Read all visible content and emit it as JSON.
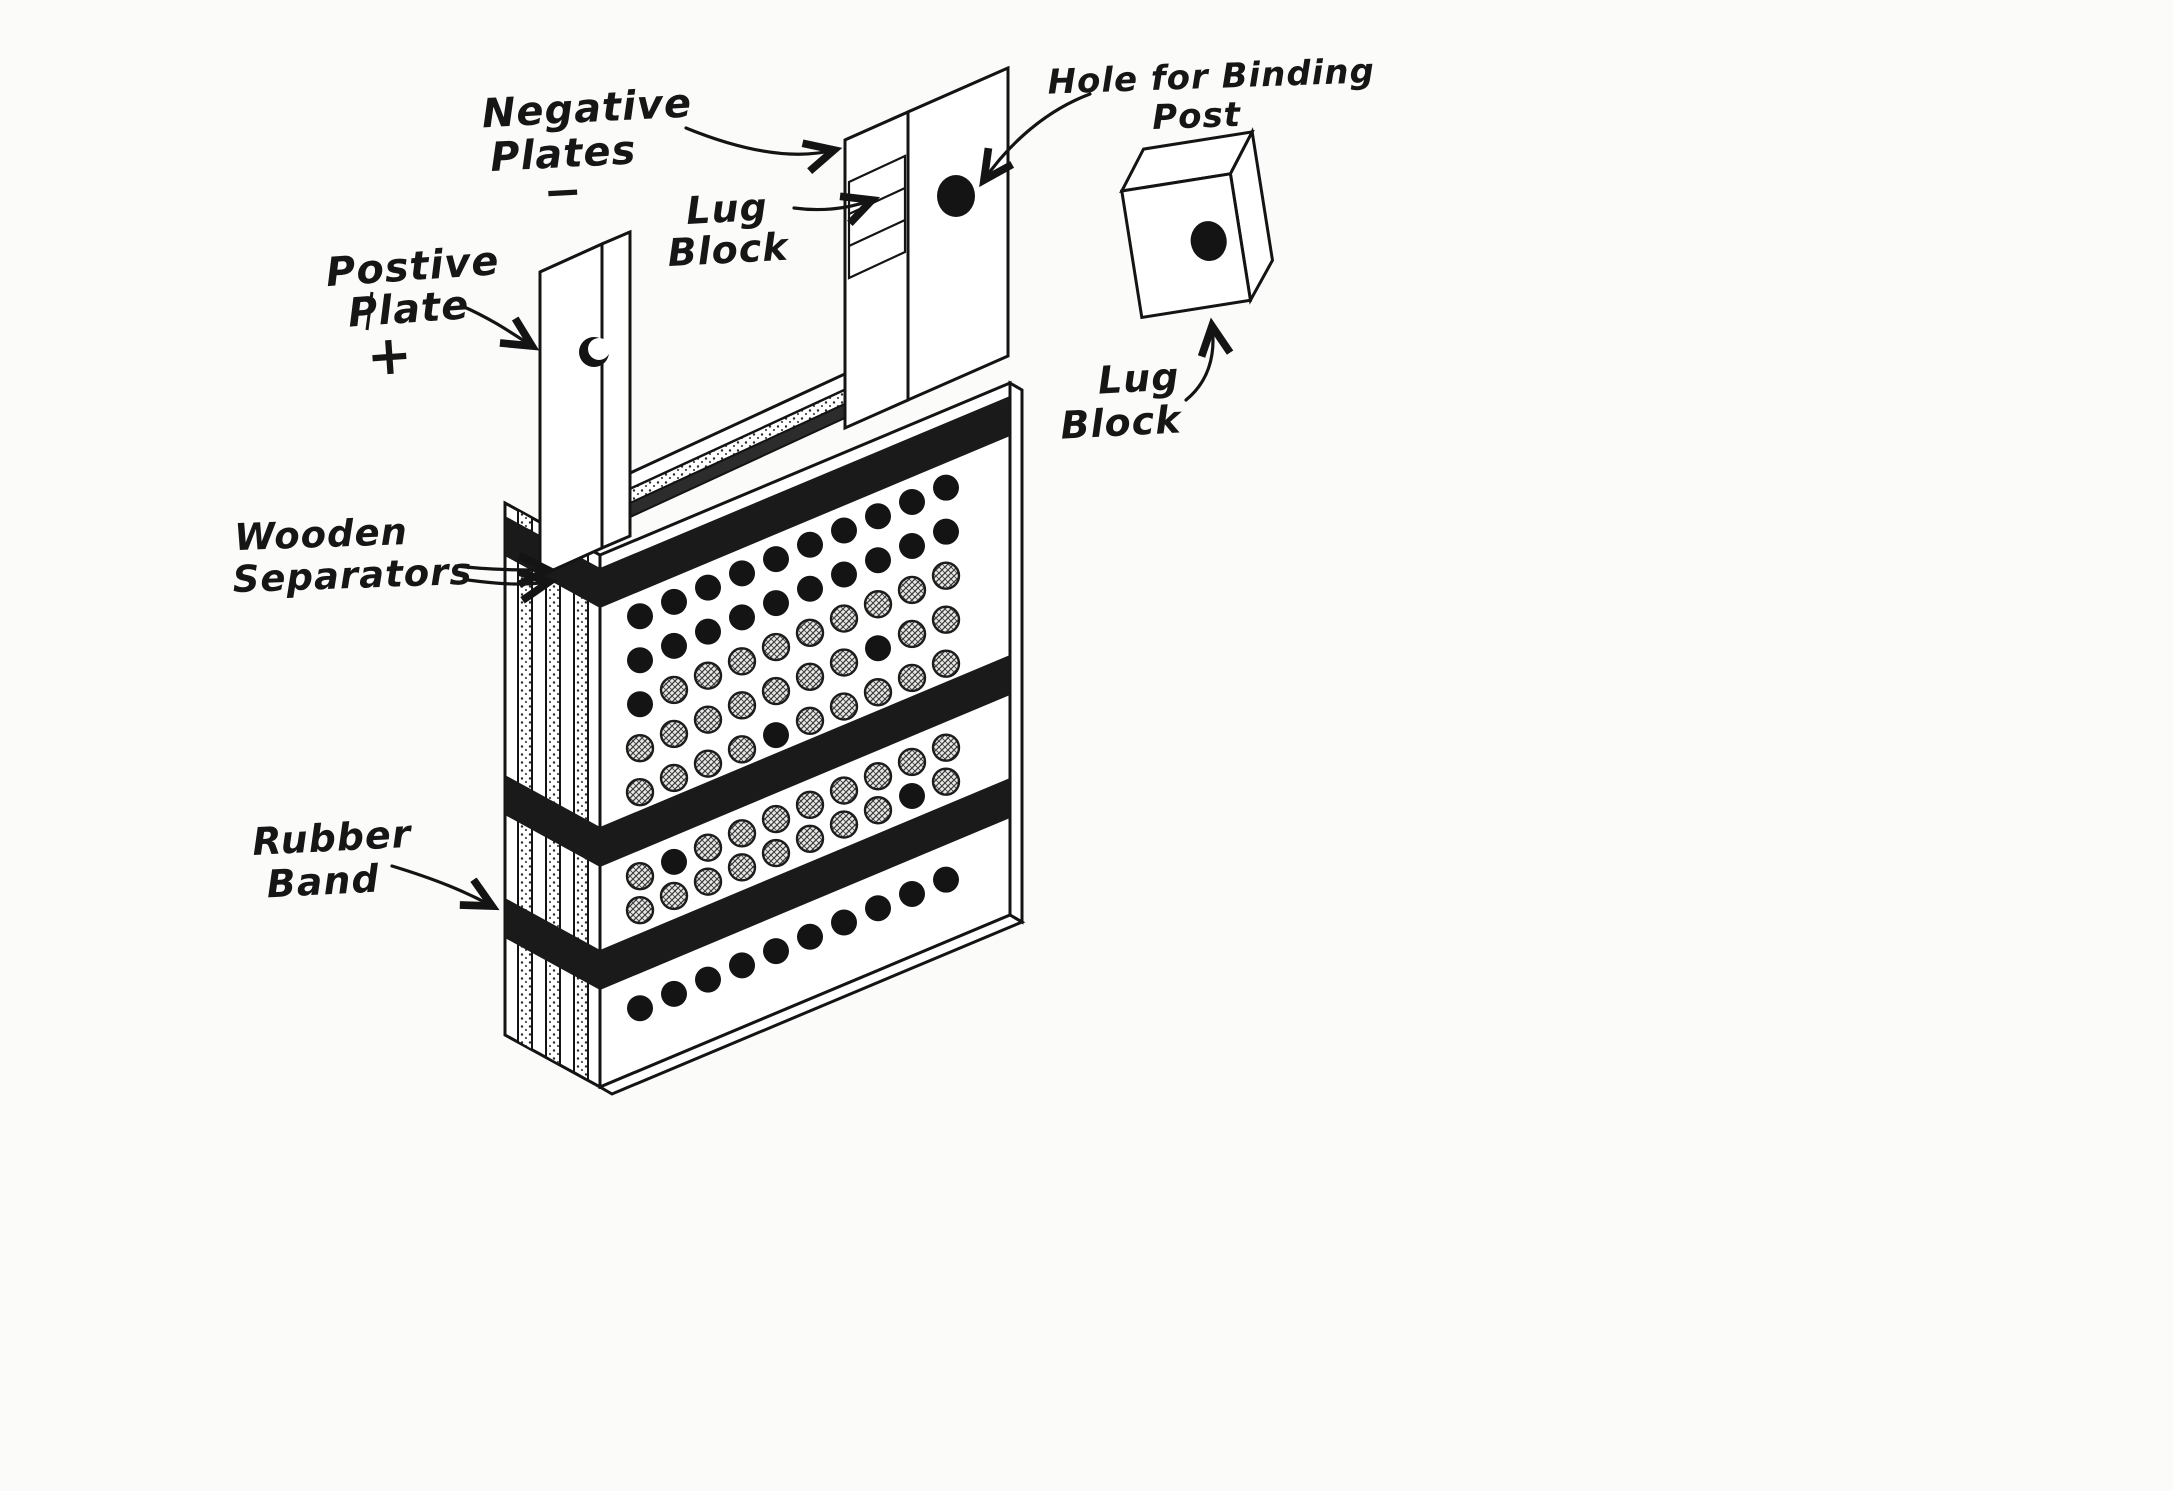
{
  "labels": {
    "negative_plates": {
      "line1": "Negative",
      "line2": "Plates",
      "symbol": "−"
    },
    "lug_block_top": {
      "line1": "Lug",
      "line2": "Block"
    },
    "hole_binding_post": {
      "line1": "Hole for Binding",
      "line2": "Post"
    },
    "positive_plate": {
      "line1": "Postive",
      "line2": "Plate",
      "symbol": "+"
    },
    "wooden_separators": {
      "line1": "Wooden",
      "line2": "Separators"
    },
    "rubber_band": {
      "line1": "Rubber",
      "line2": "Band"
    },
    "lug_block_detached": {
      "line1": "Lug",
      "line2": "Block"
    }
  },
  "colors": {
    "ink": "#141414",
    "paper": "#fbfbf9",
    "band": "#1a1a1a",
    "dot_solid": "#141414"
  },
  "diagram": {
    "perforations": {
      "columns": 10,
      "col_start": 640,
      "col_step": 34,
      "radius": 13,
      "rows": [
        {
          "offset": 78,
          "style": "solid"
        },
        {
          "offset": 122,
          "style": "solid"
        },
        {
          "offset": 166,
          "style": "hatched"
        },
        {
          "offset": 210,
          "style": "hatched"
        },
        {
          "offset": 254,
          "style": "hatched"
        },
        {
          "offset": 338,
          "style": "hatched"
        },
        {
          "offset": 372,
          "style": "hatched"
        },
        {
          "offset": 470,
          "style": "solid"
        }
      ]
    }
  }
}
